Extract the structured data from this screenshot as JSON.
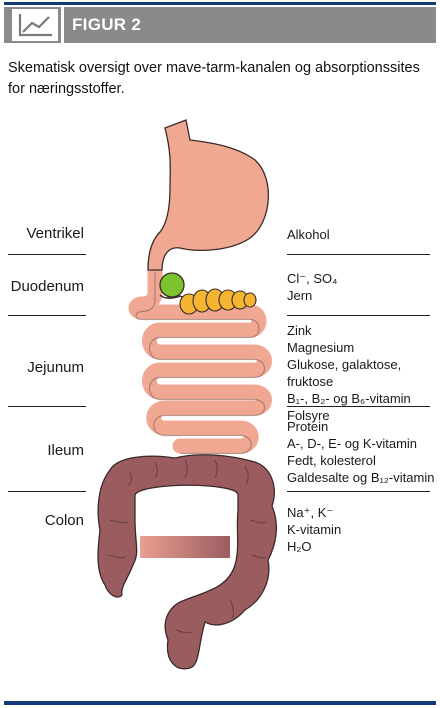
{
  "header": {
    "figure_label": "FIGUR 2",
    "icon": "chart-line-icon"
  },
  "caption": "Skematisk oversigt over mave-tarm-kanalen og absorptionssites for næringsstoffer.",
  "sections": [
    {
      "organ": "Ventrikel",
      "nutrients": [
        "Alkohol"
      ]
    },
    {
      "organ": "Duodenum",
      "nutrients": [
        "Cl⁻, SO₄",
        "Jern"
      ]
    },
    {
      "organ": "Jejunum",
      "nutrients": [
        "Zink",
        "Magnesium",
        "Glukose, galaktose, fruktose",
        "B₁-, B₂- og B₆-vitamin",
        "Folsyre"
      ]
    },
    {
      "organ": "Ileum",
      "nutrients": [
        "Protein",
        "A-, D-, E- og K-vitamin",
        "Fedt, kolesterol",
        "Galdesalte og B₁₂-vitamin"
      ]
    },
    {
      "organ": "Colon",
      "nutrients": [
        "Na⁺, K⁻",
        "K-vitamin",
        "H₂O"
      ]
    }
  ],
  "colors": {
    "header_bg": "#8a8a8a",
    "border_blue": "#163a77",
    "stomach": "#f0a893",
    "colon": "#9b5c60",
    "gallbladder": "#7cc330",
    "pancreas": "#f5b533"
  }
}
